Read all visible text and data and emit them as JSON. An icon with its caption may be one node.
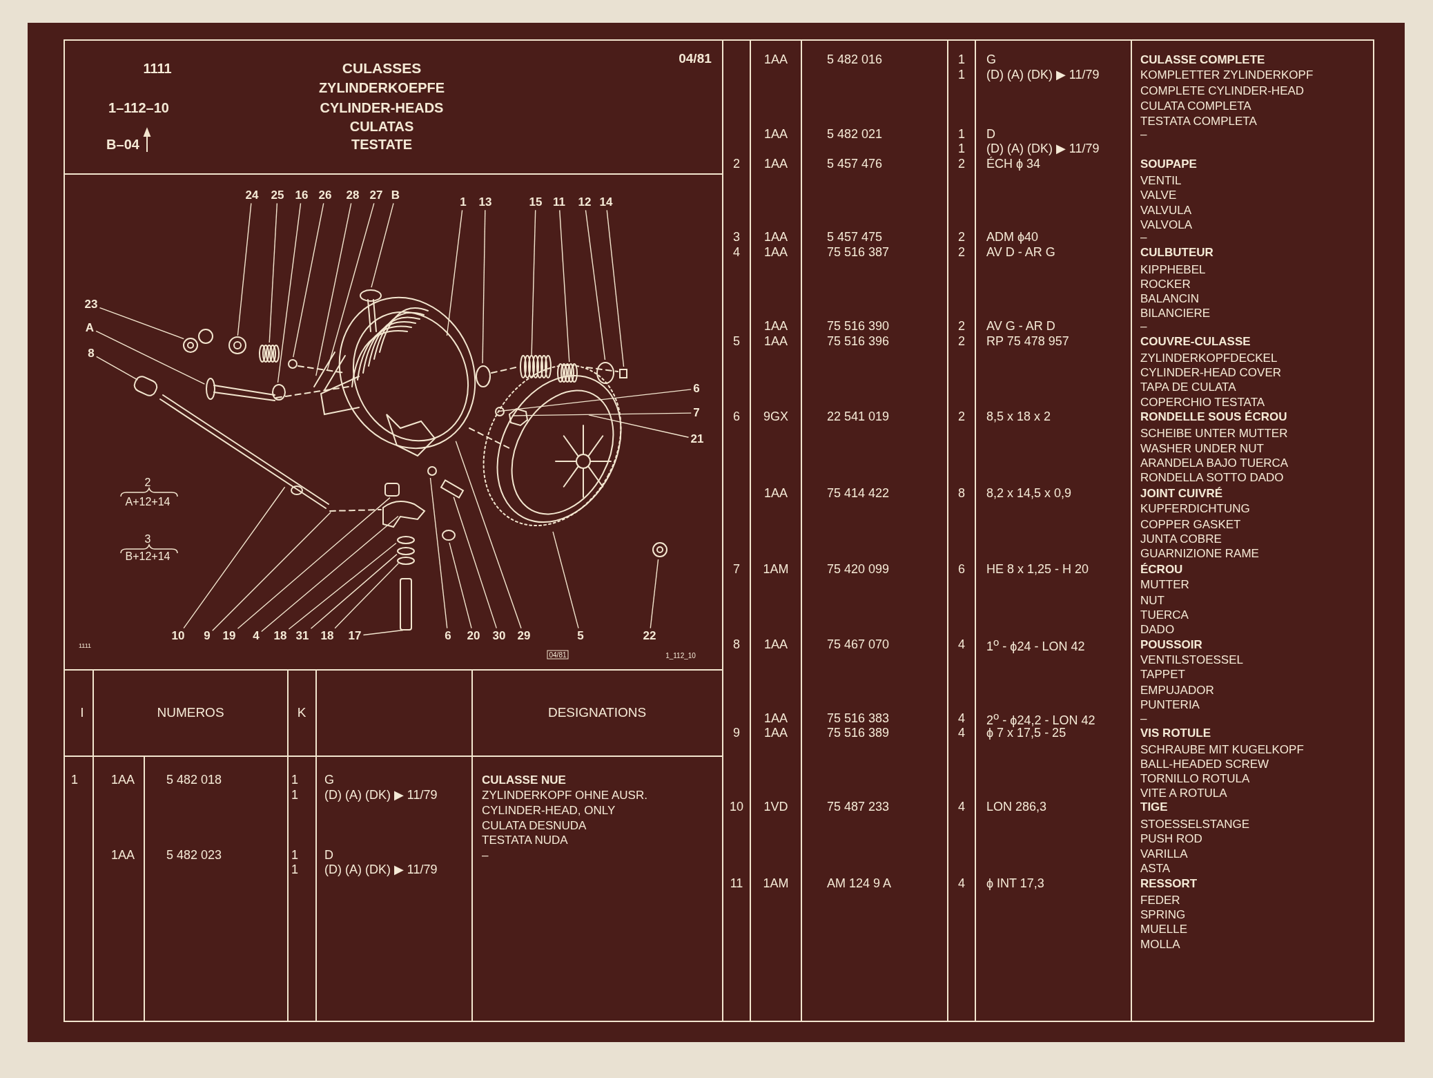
{
  "diagram": {
    "title": "CULASSES",
    "nodes": [
      {
        "text": [
          "24"
        ]
      },
      {
        "text": [
          "25"
        ]
      },
      {
        "text": [
          "16"
        ]
      },
      {
        "text": [
          "26"
        ]
      },
      {
        "text": [
          "28"
        ]
      },
      {
        "text": [
          "27"
        ]
      },
      {
        "text": [
          "B"
        ]
      },
      {
        "text": [
          "1"
        ]
      },
      {
        "text": [
          "13"
        ]
      },
      {
        "text": [
          "15"
        ]
      },
      {
        "text": [
          "11"
        ]
      },
      {
        "text": [
          "12"
        ]
      },
      {
        "text": [
          "14"
        ]
      },
      {
        "text": [
          "23"
        ]
      },
      {
        "text": [
          "A"
        ]
      },
      {
        "text": [
          "8"
        ]
      },
      {
        "text": [
          "6"
        ]
      },
      {
        "text": [
          "7"
        ]
      },
      {
        "text": [
          "21"
        ]
      },
      {
        "text": [
          "10"
        ]
      },
      {
        "text": [
          "9"
        ]
      },
      {
        "text": [
          "19"
        ]
      },
      {
        "text": [
          "4"
        ]
      },
      {
        "text": [
          "18"
        ]
      },
      {
        "text": [
          "31"
        ]
      },
      {
        "text": [
          "18"
        ]
      },
      {
        "text": [
          "17"
        ]
      },
      {
        "text": [
          "6"
        ]
      },
      {
        "text": [
          "20"
        ]
      },
      {
        "text": [
          "30"
        ]
      },
      {
        "text": [
          "29"
        ]
      },
      {
        "text": [
          "5"
        ]
      },
      {
        "text": [
          "22"
        ]
      },
      {
        "text": [],
        "shape": "picture"
      }
    ],
    "edges": [
      {
        "from": 0,
        "to": 33,
        "arrow": "none"
      },
      {
        "from": 1,
        "to": 33,
        "arrow": "none"
      },
      {
        "from": 2,
        "to": 33,
        "arrow": "none"
      },
      {
        "from": 3,
        "to": 33,
        "arrow": "none"
      },
      {
        "from": 4,
        "to": 33,
        "arrow": "none"
      },
      {
        "from": 5,
        "to": 33,
        "arrow": "none"
      },
      {
        "from": 6,
        "to": 33,
        "arrow": "none"
      },
      {
        "from": 7,
        "to": 33,
        "arrow": "none"
      },
      {
        "from": 8,
        "to": 33,
        "arrow": "none"
      },
      {
        "from": 9,
        "to": 33,
        "arrow": "none"
      },
      {
        "from": 10,
        "to": 33,
        "arrow": "none"
      },
      {
        "from": 11,
        "to": 33,
        "arrow": "none"
      },
      {
        "from": 12,
        "to": 33,
        "arrow": "none"
      },
      {
        "from": 13,
        "to": 33,
        "arrow": "none"
      },
      {
        "from": 14,
        "to": 33,
        "arrow": "none"
      },
      {
        "from": 15,
        "to": 33,
        "arrow": "none"
      },
      {
        "from": 16,
        "to": 33,
        "arrow": "none"
      },
      {
        "from": 17,
        "to": 33,
        "arrow": "none"
      },
      {
        "from": 18,
        "to": 33,
        "arrow": "none"
      },
      {
        "from": 19,
        "to": 33,
        "arrow": "none"
      },
      {
        "from": 20,
        "to": 33,
        "arrow": "none"
      },
      {
        "from": 21,
        "to": 33,
        "arrow": "none"
      },
      {
        "from": 22,
        "to": 33,
        "arrow": "none"
      },
      {
        "from": 23,
        "to": 33,
        "arrow": "none"
      },
      {
        "from": 24,
        "to": 33,
        "arrow": "none"
      },
      {
        "from": 25,
        "to": 33,
        "arrow": "none"
      },
      {
        "from": 26,
        "to": 33,
        "arrow": "none"
      },
      {
        "from": 27,
        "to": 33,
        "arrow": "none"
      },
      {
        "from": 28,
        "to": 33,
        "arrow": "none"
      },
      {
        "from": 29,
        "to": 33,
        "arrow": "none"
      },
      {
        "from": 30,
        "to": 33,
        "arrow": "none"
      },
      {
        "from": 31,
        "to": 33,
        "arrow": "none"
      },
      {
        "from": 32,
        "to": 33,
        "arrow": "none"
      }
    ],
    "labels": [
      "1111",
      "04/81",
      "ZYLINDERKOEPFE",
      "1–112–10",
      "CYLINDER-HEADS",
      "CULATAS",
      "B–04",
      "TESTATE",
      "2",
      "A+12+14",
      "3",
      "B+12+14",
      "1111",
      "04/81",
      "1_112_10",
      "I",
      "NUMEROS",
      "K",
      "DESIGNATIONS",
      "1",
      "1AA",
      "5 482 018",
      "1",
      "G",
      "CULASSE NUE",
      "1",
      "(D) (A) (DK) ▶ 11/79",
      "ZYLINDERKOPF OHNE AUSR.",
      "CYLINDER-HEAD, ONLY",
      "CULATA DESNUDA",
      "TESTATA NUDA",
      "1AA",
      "5 482 023",
      "1",
      "D",
      "–",
      "1",
      "(D) (A) (DK) ▶ 11/79",
      "1AA",
      "5 482 016",
      "1",
      "G",
      "CULASSE COMPLETE",
      "1",
      "(D) (A) (DK) ▶ 11/79",
      "KOMPLETTER ZYLINDERKOPF",
      "COMPLETE CYLINDER-HEAD",
      "CULATA COMPLETA",
      "TESTATA COMPLETA",
      "1AA",
      "5 482 021",
      "1",
      "D",
      "–",
      "1",
      "(D) (A) (DK) ▶ 11/79",
      "2",
      "1AA",
      "5 457 476",
      "2",
      "ÉCH ϕ 34",
      "SOUPAPE",
      "VENTIL",
      "VALVE",
      "VALVULA",
      "VALVOLA",
      "3",
      "1AA",
      "5 457 475",
      "2",
      "ADM ϕ40",
      "–",
      "4",
      "1AA",
      "75 516 387",
      "2",
      "AV D - AR G",
      "CULBUTEUR",
      "KIPPHEBEL",
      "ROCKER",
      "BALANCIN",
      "BILANCIERE",
      "1AA",
      "75 516 390",
      "2",
      "AV G - AR D",
      "–",
      "5",
      "1AA",
      "75 516 396",
      "2",
      "RP 75 478 957",
      "COUVRE-CULASSE",
      "ZYLINDERKOPFDECKEL",
      "CYLINDER-HEAD COVER",
      "TAPA DE CULATA",
      "COPERCHIO TESTATA",
      "6",
      "9GX",
      "22 541 019",
      "2",
      "8,5 x 18 x 2",
      "RONDELLE SOUS ÉCROU",
      "SCHEIBE UNTER MUTTER",
      "WASHER UNDER NUT",
      "ARANDELA BAJO TUERCA",
      "RONDELLA SOTTO DADO",
      "1AA",
      "75 414 422",
      "8",
      "8,2 x 14,5 x 0,9",
      "JOINT CUIVRÉ",
      "KUPFERDICHTUNG",
      "COPPER GASKET",
      "JUNTA COBRE",
      "GUARNIZIONE RAME",
      "7",
      "1AM",
      "75 420 099",
      "6",
      "HE 8 x 1,25 - H 20",
      "ÉCROU",
      "MUTTER",
      "NUT",
      "TUERCA",
      "DADO",
      "8",
      "1AA",
      "75 467 070",
      "4",
      "1$^{o}$ - ϕ24 - LON 42",
      "POUSSOIR",
      "VENTILSTOESSEL",
      "TAPPET",
      "EMPUJADOR",
      "PUNTERIA",
      "1AA",
      "75 516 383",
      "4",
      "2$^{o}$ - ϕ24,2 - LON 42",
      "–",
      "9",
      "1AA",
      "75 516 389",
      "4",
      "ϕ 7 x 17,5 - 25",
      "VIS ROTULE",
      "SCHRAUBE MIT KUGELKOPF",
      "BALL-HEADED SCREW",
      "TORNILLO ROTULA",
      "VITE A ROTULA",
      "10",
      "1VD",
      "75 487 233",
      "4",
      "LON 286,3",
      "TIGE",
      "STOESSELSTANGE",
      "PUSH ROD",
      "VARILLA",
      "ASTA",
      "11",
      "1AM",
      "AM 124 9 A",
      "4",
      "ϕ INT 17,3",
      "RESSORT",
      "FEDER",
      "SPRING",
      "MUELLE",
      "MOLLA"
    ]
  }
}
